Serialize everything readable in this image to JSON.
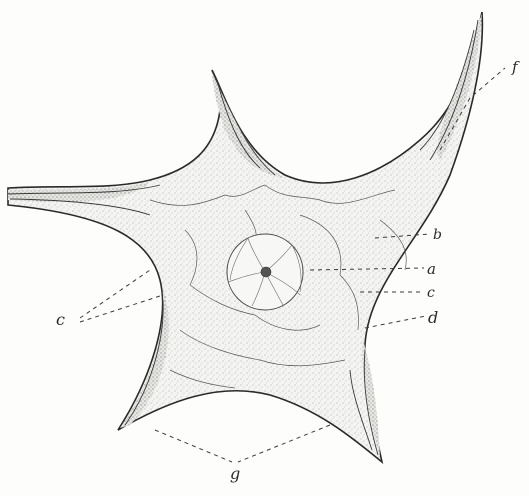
{
  "labels": {
    "f": "f",
    "b": "b",
    "a": "a",
    "c_right": "c",
    "d": "d",
    "c_left": "c",
    "g": "g"
  },
  "colors": {
    "ink": "#2a2a2a",
    "stipple": "#8a8a8a",
    "paper": "#fdfdfb"
  }
}
